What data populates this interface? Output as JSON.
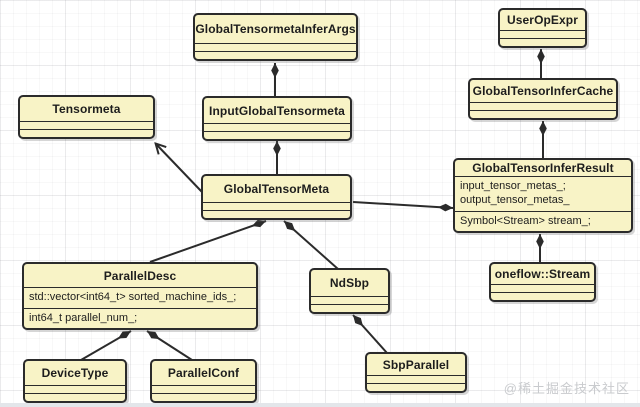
{
  "diagram": {
    "classes": [
      {
        "name": "GlobalTensormetaInferArgs",
        "compartments": [
          [],
          []
        ]
      },
      {
        "name": "UserOpExpr",
        "compartments": [
          [],
          []
        ]
      },
      {
        "name": "Tensormeta",
        "compartments": [
          [],
          []
        ]
      },
      {
        "name": "InputGlobalTensormeta",
        "compartments": [
          [],
          []
        ]
      },
      {
        "name": "GlobalTensorInferCache",
        "compartments": [
          [],
          []
        ]
      },
      {
        "name": "GlobalTensorMeta",
        "compartments": [
          [],
          []
        ]
      },
      {
        "name": "GlobalTensorInferResult",
        "compartments": [
          [
            "input_tensor_metas_;",
            "output_tensor_metas_"
          ],
          [
            "Symbol<Stream> stream_;"
          ]
        ]
      },
      {
        "name": "oneflow::Stream",
        "compartments": [
          [],
          []
        ]
      },
      {
        "name": "ParallelDesc",
        "compartments": [
          [
            "std::vector<int64_t> sorted_machine_ids_;"
          ],
          [
            "int64_t parallel_num_;"
          ]
        ]
      },
      {
        "name": "NdSbp",
        "compartments": [
          [],
          []
        ]
      },
      {
        "name": "SbpParallel",
        "compartments": [
          [],
          []
        ]
      },
      {
        "name": "DeviceType",
        "compartments": [
          [],
          []
        ]
      },
      {
        "name": "ParallelConf",
        "compartments": [
          [],
          []
        ]
      }
    ],
    "relationships": [
      {
        "type": "composition",
        "owner": "GlobalTensormetaInferArgs",
        "part": "InputGlobalTensormeta"
      },
      {
        "type": "composition",
        "owner": "InputGlobalTensormeta",
        "part": "GlobalTensorMeta"
      },
      {
        "type": "composition",
        "owner": "UserOpExpr",
        "part": "GlobalTensorInferCache"
      },
      {
        "type": "composition",
        "owner": "GlobalTensorInferCache",
        "part": "GlobalTensorInferResult"
      },
      {
        "type": "composition",
        "owner": "GlobalTensorInferResult",
        "part": "GlobalTensorMeta"
      },
      {
        "type": "composition",
        "owner": "GlobalTensorInferResult",
        "part": "oneflow::Stream"
      },
      {
        "type": "generalization",
        "child": "GlobalTensorMeta",
        "parent": "Tensormeta"
      },
      {
        "type": "composition",
        "owner": "GlobalTensorMeta",
        "part": "ParallelDesc"
      },
      {
        "type": "composition",
        "owner": "GlobalTensorMeta",
        "part": "NdSbp"
      },
      {
        "type": "composition",
        "owner": "NdSbp",
        "part": "SbpParallel"
      },
      {
        "type": "composition",
        "owner": "ParallelDesc",
        "part": "DeviceType"
      },
      {
        "type": "composition",
        "owner": "ParallelDesc",
        "part": "ParallelConf"
      }
    ],
    "colors": {
      "box_fill": "#f8f3c6",
      "box_border": "#2b2b2b",
      "connector": "#2b2b2b",
      "watermark": "#c9cbce"
    },
    "watermark": "@稀土掘金技术社区"
  }
}
